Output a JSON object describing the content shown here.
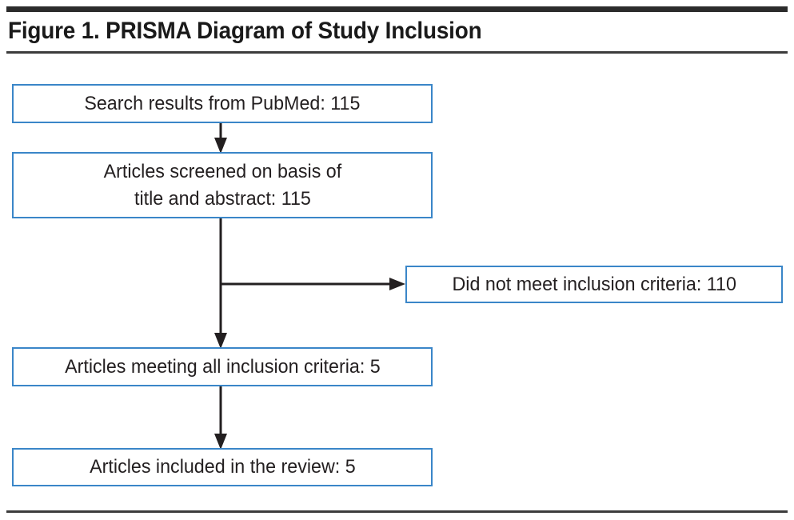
{
  "figure": {
    "title": "Figure 1. PRISMA Diagram of Study Inclusion",
    "border_color": "#3a86c8",
    "text_color": "#231f20",
    "rule_color": "#2b2b2b"
  },
  "diagram": {
    "type": "prisma-flow-diagram",
    "nodes": [
      {
        "id": "search",
        "label": "Search results from PubMed: 115",
        "lines": [
          "Search results from PubMed: 115"
        ],
        "count": 115
      },
      {
        "id": "screened",
        "label": "Articles screened on basis of title and abstract: 115",
        "lines": [
          "Articles screened on basis of",
          "title and abstract: 115"
        ],
        "count": 115
      },
      {
        "id": "excluded",
        "label": "Did not meet inclusion criteria: 110",
        "lines": [
          "Did not meet inclusion criteria: 110"
        ],
        "count": 110
      },
      {
        "id": "meeting",
        "label": "Articles meeting all inclusion criteria: 5",
        "lines": [
          "Articles meeting all inclusion criteria: 5"
        ],
        "count": 5
      },
      {
        "id": "included",
        "label": "Articles included in the review: 5",
        "lines": [
          "Articles included in the review: 5"
        ],
        "count": 5
      }
    ],
    "edges": [
      {
        "from": "search",
        "to": "screened",
        "direction": "down"
      },
      {
        "from": "screened",
        "to": "excluded",
        "direction": "right"
      },
      {
        "from": "screened",
        "to": "meeting",
        "direction": "down"
      },
      {
        "from": "meeting",
        "to": "included",
        "direction": "down"
      }
    ]
  }
}
